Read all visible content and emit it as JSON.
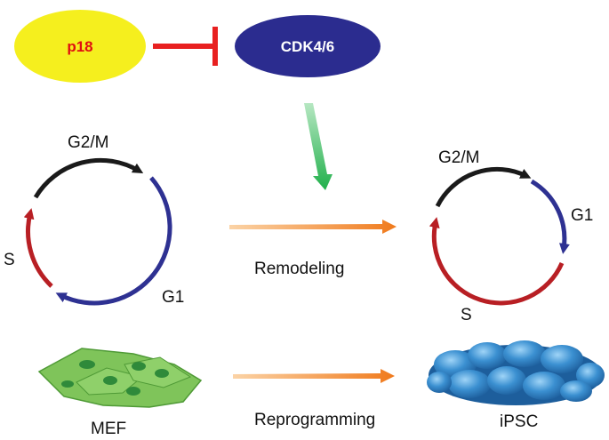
{
  "nodes": {
    "p18": {
      "label": "p18",
      "fill": "#f5ef1e",
      "text_color": "#e01010"
    },
    "cdk": {
      "label": "CDK4/6",
      "fill": "#2b2c8f",
      "text_color": "#ffffff"
    }
  },
  "cycle_left": {
    "g2m": "G2/M",
    "s": "S",
    "g1": "G1"
  },
  "cycle_right": {
    "g2m": "G2/M",
    "s": "S",
    "g1": "G1"
  },
  "arrows": {
    "remodeling": "Remodeling",
    "reprogramming": "Reprogramming"
  },
  "cells": {
    "mef": "MEF",
    "ipsc": "iPSC"
  },
  "colors": {
    "inhibit": "#e82020",
    "activate": "#21b04b",
    "process_arrow": "#f07a1c",
    "phase_g2m": "#1a1a1a",
    "phase_g1": "#2e3192",
    "phase_s": "#b81f24",
    "mef_fill": "#7fc45a",
    "mef_nucleus": "#2f8a3a",
    "ipsc_fill": "#2f86c8"
  }
}
